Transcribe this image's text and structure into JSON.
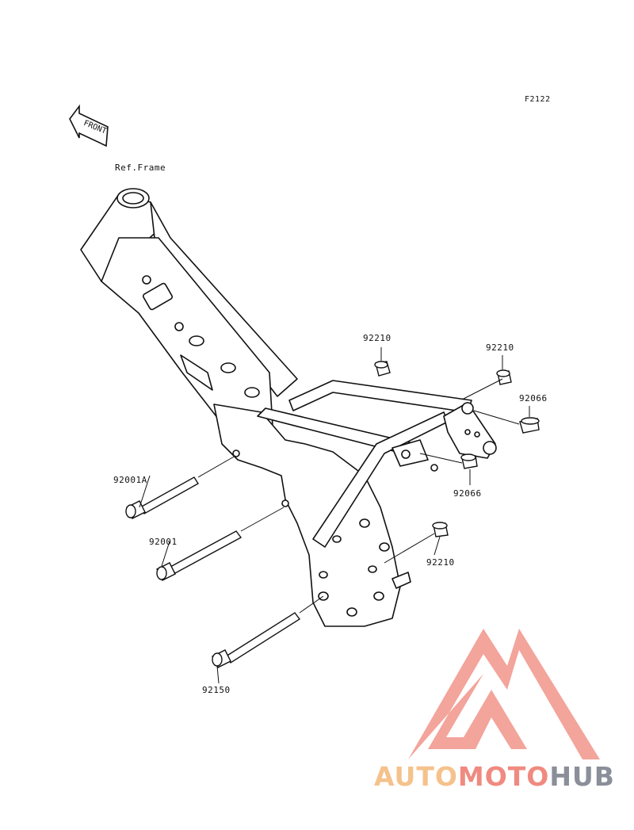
{
  "figure_code": "F2122",
  "ref_label": "Ref.Frame",
  "front_arrow_text": "FRONT",
  "parts": [
    {
      "id": "p1",
      "number": "92210"
    },
    {
      "id": "p2",
      "number": "92210"
    },
    {
      "id": "p3",
      "number": "92066"
    },
    {
      "id": "p4",
      "number": "92066"
    },
    {
      "id": "p5",
      "number": "92001A"
    },
    {
      "id": "p6",
      "number": "92001"
    },
    {
      "id": "p7",
      "number": "92210"
    },
    {
      "id": "p8",
      "number": "92150"
    }
  ],
  "watermark": {
    "part1": "AUTO",
    "part2": "MOTO",
    "part3": "HUB",
    "colors": {
      "auto": "#f5c28c",
      "moto": "#f08a80",
      "hub": "#8a8f99",
      "logo": "#f29a90"
    }
  }
}
